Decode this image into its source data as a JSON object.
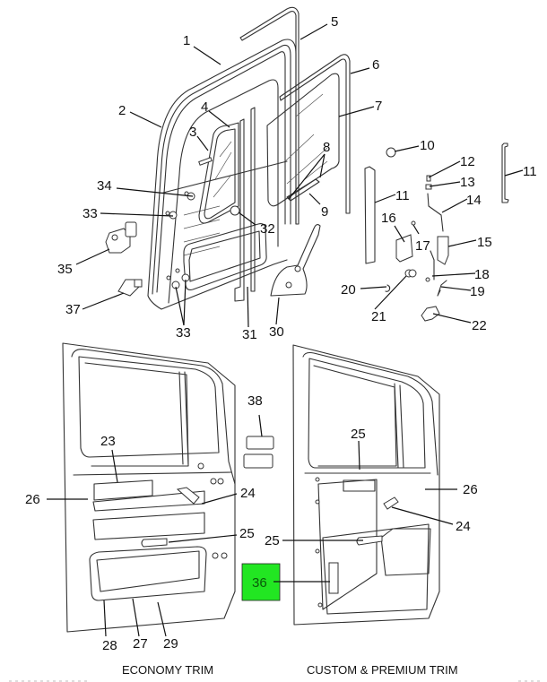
{
  "diagram": {
    "callouts": {
      "c1": "1",
      "c2": "2",
      "c3": "3",
      "c4": "4",
      "c5": "5",
      "c6": "6",
      "c7": "7",
      "c8": "8",
      "c9": "9",
      "c10": "10",
      "c11a": "11",
      "c11b": "11",
      "c12": "12",
      "c13": "13",
      "c14": "14",
      "c15": "15",
      "c16": "16",
      "c17": "17",
      "c18": "18",
      "c19": "19",
      "c20": "20",
      "c21": "21",
      "c22": "22",
      "c23": "23",
      "c24a": "24",
      "c24b": "24",
      "c25a": "25",
      "c25b": "25",
      "c25c": "25",
      "c26a": "26",
      "c26b": "26",
      "c27": "27",
      "c28": "28",
      "c29": "29",
      "c30": "30",
      "c31": "31",
      "c32": "32",
      "c33a": "33",
      "c33b": "33",
      "c34": "34",
      "c35": "35",
      "c36": "36",
      "c37": "37",
      "c38": "38"
    },
    "highlighted_part": "36",
    "highlight_color": "#22e622",
    "captions": {
      "economy": "ECONOMY TRIM",
      "custom": "CUSTOM & PREMIUM TRIM"
    }
  }
}
